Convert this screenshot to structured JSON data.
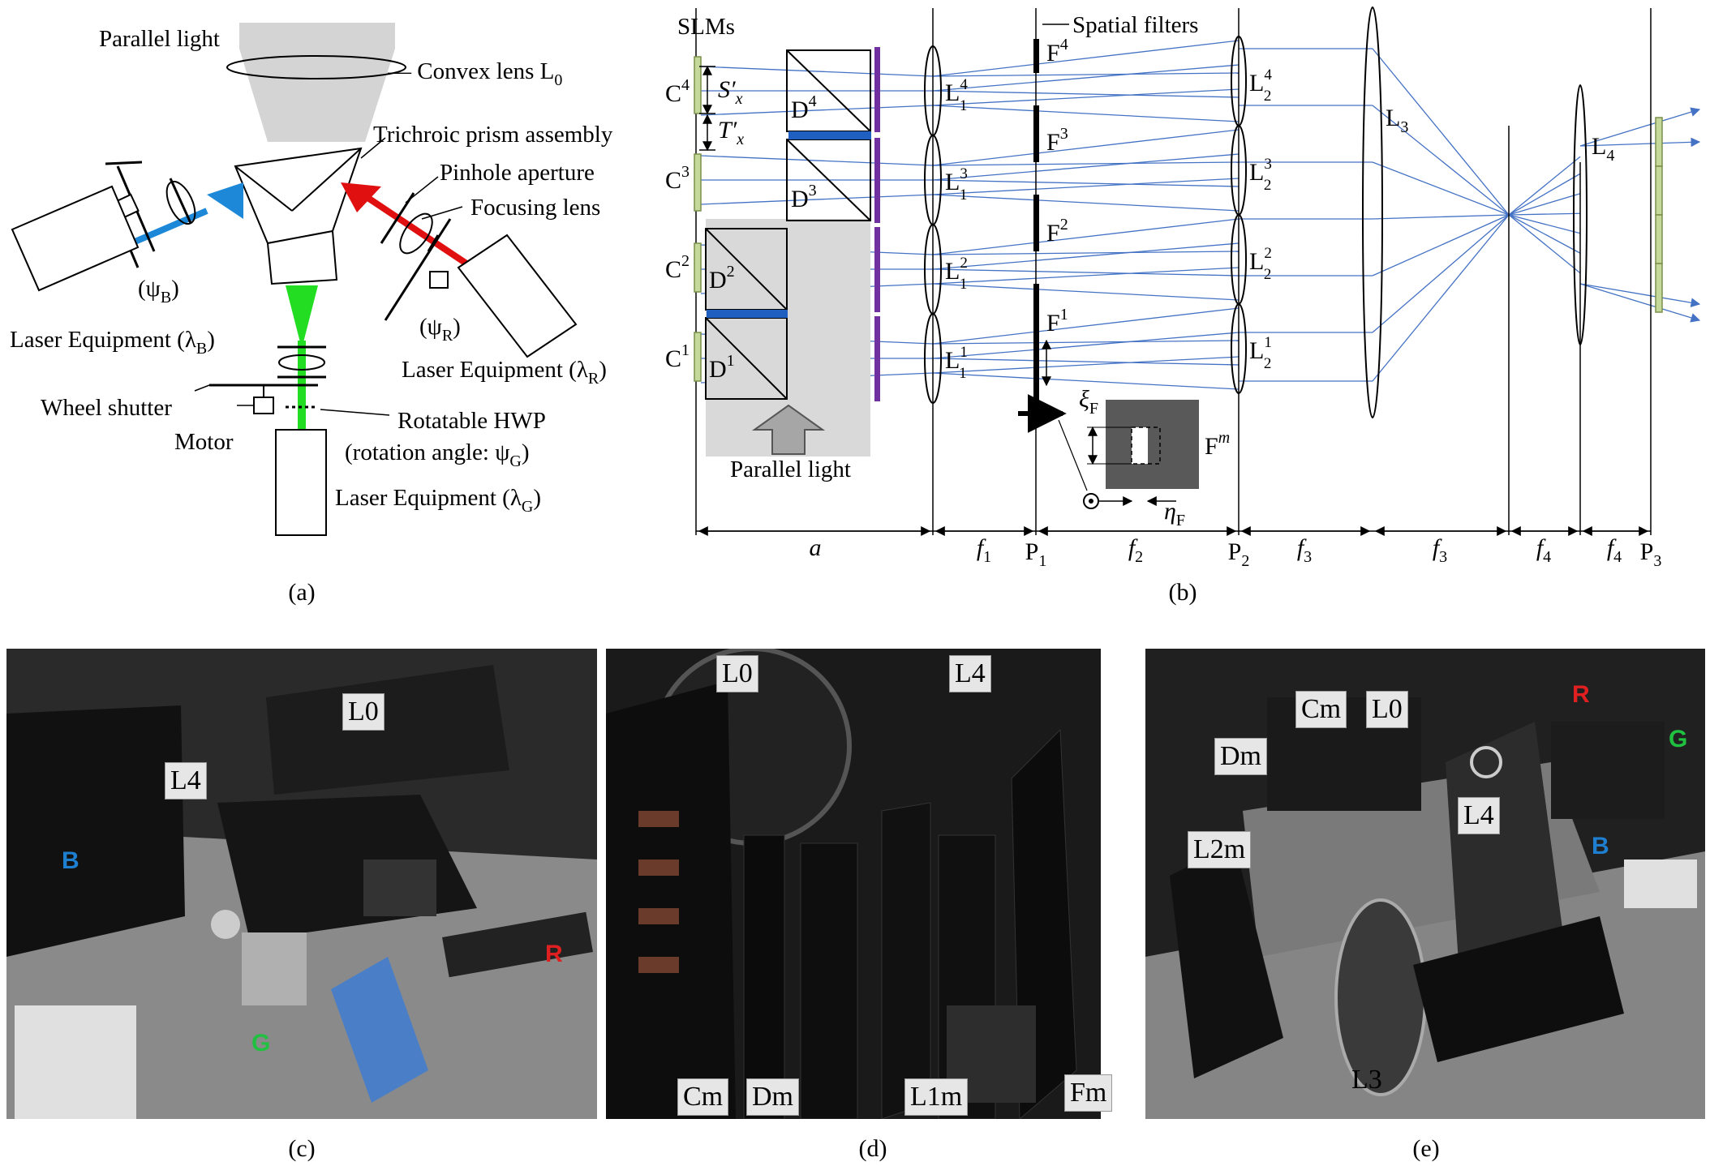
{
  "panel_a": {
    "caption": "(a)",
    "parallel_light": "Parallel light",
    "convex_lens": "— Convex lens  L",
    "convex_lens_sub": "0",
    "trichroic": "Trichroic prism assembly",
    "pinhole": "Pinhole aperture",
    "focusing_lens": "Focusing lens",
    "psi_b": "(ψ",
    "psi_b_sub": "B",
    "psi_r": "(ψ",
    "psi_r_sub": "R",
    "laser_b": "Laser Equipment (λ",
    "laser_b_sub": "B",
    "laser_r": "Laser Equipment (λ",
    "laser_r_sub": "R",
    "wheel_shutter": "Wheel shutter",
    "motor": "Motor",
    "rotatable_hwp": "Rotatable HWP",
    "rotation_angle": "(rotation angle: ψ",
    "rotation_angle_sub": "G",
    "laser_g": "Laser Equipment (λ",
    "laser_g_sub": "G",
    "colors": {
      "blue": "#1e88d8",
      "red": "#e01010",
      "green": "#22dd22",
      "beam_grey": "#d0d0d0"
    }
  },
  "panel_b": {
    "caption": "(b)",
    "slms": "SLMs",
    "spatial_filters": "Spatial filters",
    "slm_labels": [
      "C",
      "C",
      "C",
      "C"
    ],
    "slm_sups": [
      "4",
      "3",
      "2",
      "1"
    ],
    "d_labels": [
      "D",
      "D",
      "D",
      "D"
    ],
    "d_sups": [
      "4",
      "3",
      "2",
      "1"
    ],
    "l1_sups": [
      "4",
      "3",
      "2",
      "1"
    ],
    "l2_sups": [
      "4",
      "3",
      "2",
      "1"
    ],
    "f_sups": [
      "4",
      "3",
      "2",
      "1"
    ],
    "sx": "S′",
    "tx": "T′",
    "x_sub": "x",
    "l3": "L",
    "l3_sub": "3",
    "l4": "L",
    "l4_sub": "4",
    "parallel_light": "Parallel light",
    "xi": "ξ",
    "eta": "η",
    "f_sub": "F",
    "fm": "F",
    "m": "m",
    "dims": [
      "a",
      "f",
      "f",
      "f",
      "f",
      "f",
      "f"
    ],
    "dim_subs": [
      "",
      "1",
      "2",
      "3",
      "3",
      "4",
      "4"
    ],
    "planes": [
      "P",
      "P",
      "P"
    ],
    "plane_subs": [
      "1",
      "2",
      "3"
    ],
    "colors": {
      "ray": "#4472c4",
      "slm": "#c5d99a",
      "purple": "#7030a0",
      "dichroic": "#1f5fbf"
    }
  },
  "panel_c": {
    "caption": "(c)",
    "tags": [
      "L0",
      "L4"
    ],
    "color_tags": [
      {
        "text": "B",
        "color": "#1e7fd0"
      },
      {
        "text": "R",
        "color": "#e02020"
      },
      {
        "text": "G",
        "color": "#20c040"
      }
    ]
  },
  "panel_d": {
    "caption": "(d)",
    "tags": [
      "L0",
      "L4",
      "Cm",
      "Dm",
      "L1m",
      "Fm"
    ]
  },
  "panel_e": {
    "caption": "(e)",
    "tags": [
      "Cm",
      "L0",
      "Dm",
      "L4",
      "L2m",
      "L3"
    ],
    "color_tags": [
      {
        "text": "R",
        "color": "#e02020"
      },
      {
        "text": "G",
        "color": "#20c040"
      },
      {
        "text": "B",
        "color": "#1e7fd0"
      }
    ]
  }
}
